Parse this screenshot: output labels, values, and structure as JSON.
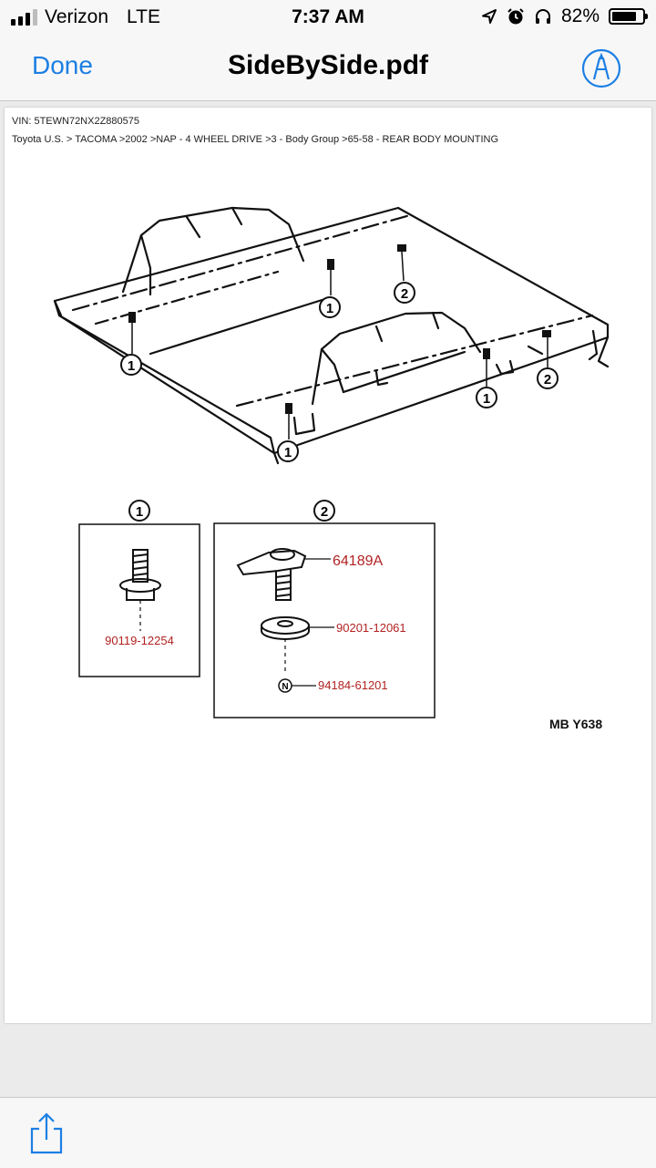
{
  "status_bar": {
    "carrier": "Verizon",
    "network": "LTE",
    "time": "7:37 AM",
    "battery_percent": "82%",
    "battery_level": 0.82,
    "signal_bars_filled": 3,
    "icons": [
      "location-arrow-icon",
      "alarm-icon",
      "headphones-icon",
      "battery-icon"
    ]
  },
  "nav": {
    "done_label": "Done",
    "title": "SideBySide.pdf",
    "markup_icon": "markup-pen-icon"
  },
  "pdf": {
    "vin_line": "VIN: 5TEWN72NX2Z880575",
    "breadcrumb": "Toyota U.S. > TACOMA >2002 >NAP - 4 WHEEL DRIVE >3 - Body Group >65-58 - REAR BODY MOUNTING",
    "diagram": {
      "callouts": [
        "1",
        "1",
        "1",
        "1",
        "2",
        "2"
      ],
      "detail_1": {
        "number": "1",
        "part": "90119-12254"
      },
      "detail_2": {
        "number": "2",
        "parts": [
          "64189A",
          "90201-12061",
          "94184-61201"
        ],
        "nut_letter": "N"
      },
      "code": "MB Y638"
    },
    "part_color": "#b22222"
  },
  "toolbar": {
    "share_icon": "share-icon"
  },
  "colors": {
    "accent": "#1c7fe4",
    "bar_background": "#f7f7f7"
  }
}
